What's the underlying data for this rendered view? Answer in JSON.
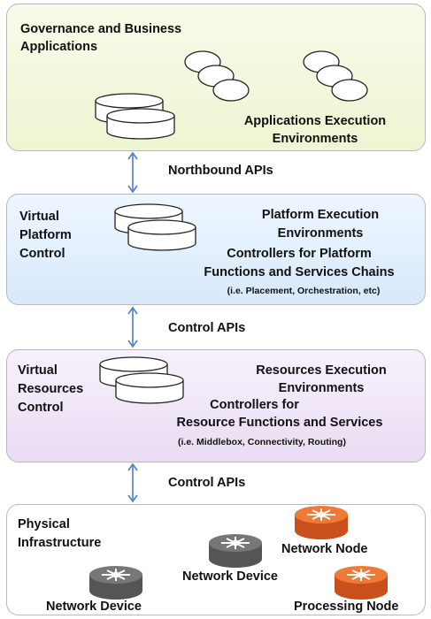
{
  "governance": {
    "title_line1": "Governance and Business",
    "title_line2": "Applications",
    "exec_line1": "Applications Execution",
    "exec_line2": "Environments"
  },
  "northbound": {
    "label": "Northbound APIs"
  },
  "platform": {
    "title_line1": "Virtual",
    "title_line2": "Platform",
    "title_line3": "Control",
    "exec_line1": "Platform Execution",
    "exec_line2": "Environments",
    "ctrl_line1": "Controllers for Platform",
    "ctrl_line2": "Functions and Services Chains",
    "note": "(i.e. Placement, Orchestration, etc)"
  },
  "control_api_1": {
    "label": "Control APIs"
  },
  "resources": {
    "title_line1": "Virtual",
    "title_line2": "Resources",
    "title_line3": "Control",
    "exec_line1": "Resources Execution",
    "exec_line2": "Environments",
    "ctrl_line1": "Controllers for",
    "ctrl_line2": "Resource Functions and Services",
    "note": "(i.e. Middlebox, Connectivity, Routing)"
  },
  "control_api_2": {
    "label": "Control APIs"
  },
  "physical": {
    "title_line1": "Physical",
    "title_line2": "Infrastructure",
    "network_node_label": "Network Node",
    "network_device_mid_label": "Network Device",
    "network_device_left_label": "Network Device",
    "processing_node_label": "Processing Node"
  },
  "colors": {
    "arrow": "#4a7cc4",
    "orange_node": "#e8661e",
    "gray_node": "#6f6f6f"
  }
}
